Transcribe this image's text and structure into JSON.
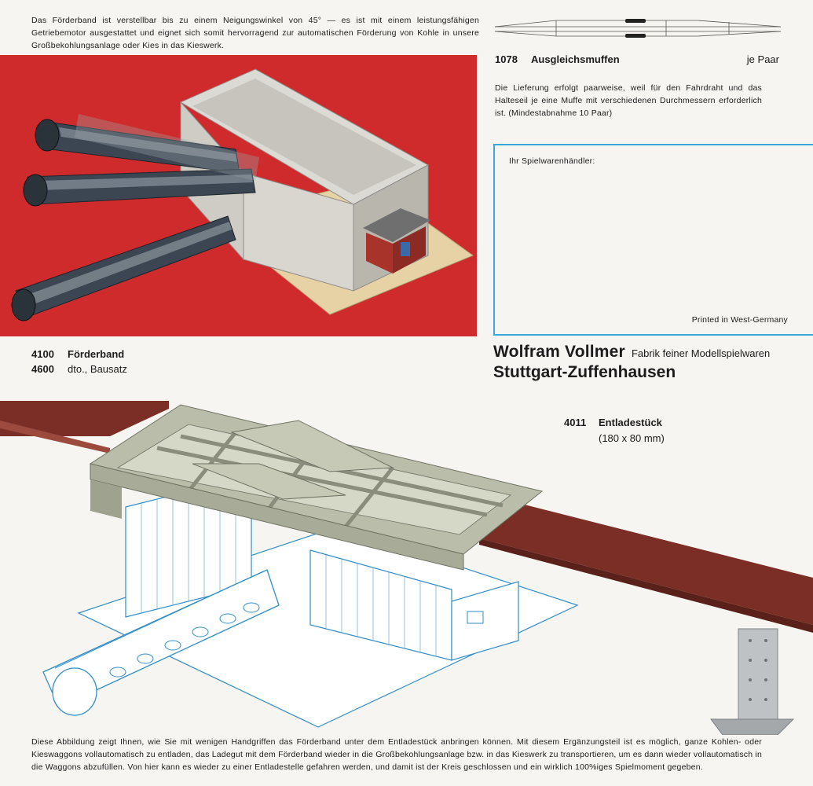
{
  "intro_text": "Das Förderband ist verstellbar bis zu einem Neigungswinkel von 45° — es ist mit einem leistungsfähigen Getriebemotor ausgestattet und eignet sich somit hervorragend zur automatischen Förderung von Kohle in unsere Großbekohlungsanlage oder Kies in das Kieswerk.",
  "products": [
    {
      "code": "4100",
      "name": "Förderband"
    },
    {
      "code": "4600",
      "name": "dto., Bausatz"
    }
  ],
  "item_1078": {
    "code": "1078",
    "name": "Ausgleichsmuffen",
    "per": "je Paar"
  },
  "delivery_note": "Die Lieferung erfolgt paarweise, weil für den Fahrdraht und das Halteseil je eine Muffe mit verschiedenen Durchmessern erforderlich ist. (Mindestabnahme 10 Paar)",
  "dealer_box": {
    "label": "Ihr Spielwarenhändler:",
    "printed": "Printed in West-Germany"
  },
  "company": {
    "name": "Wolfram Vollmer",
    "tagline": "Fabrik feiner Modellspielwaren",
    "city": "Stuttgart-Zuffenhausen"
  },
  "item_4011": {
    "code": "4011",
    "name": "Entladestück",
    "dimensions": "(180 x 80 mm)"
  },
  "bottom_text": "Diese Abbildung zeigt Ihnen, wie Sie mit wenigen Handgriffen das Förderband unter dem Entladestück anbringen können. Mit diesem Ergänzungsteil ist es möglich, ganze Kohlen- oder Kieswaggons vollautomatisch zu entladen, das Ladegut mit dem Förderband wieder in die Großbekohlungsanlage bzw. in das Kieswerk zu transportieren, um es dann wieder vollautomatisch in die Waggons abzufüllen. Von hier kann es wieder zu einer Entladestelle gefahren werden, und damit ist der Kreis geschlossen und ein wirklich 100%iges Spielmoment gegeben.",
  "colors": {
    "red_background": "#cf2b2c",
    "dealer_border": "#3aa9d6",
    "line_drawing": "#2e8ec9",
    "rail_brown": "#7a2e25"
  }
}
